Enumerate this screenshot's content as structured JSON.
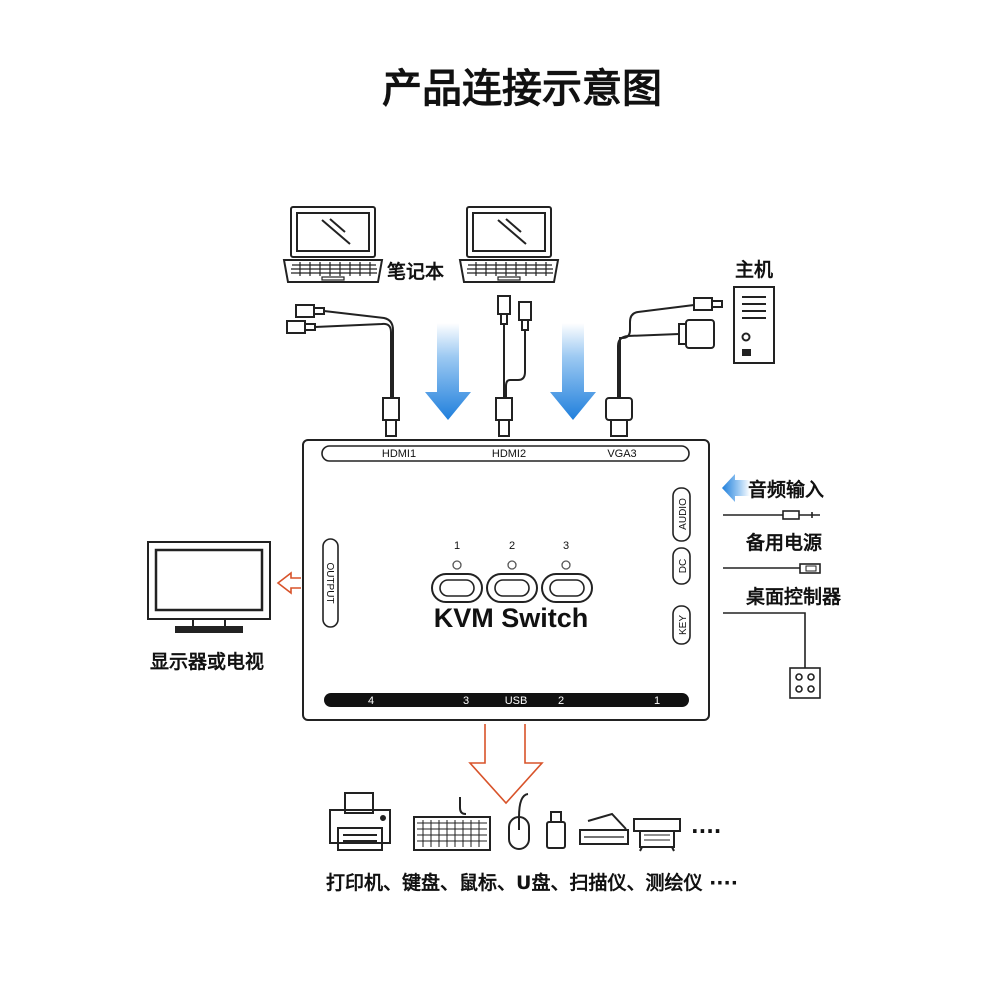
{
  "title": "产品连接示意图",
  "device": {
    "brand_label": "KVM Switch",
    "top_ports": [
      "HDMI1",
      "HDMI2",
      "VGA3"
    ],
    "side_ports": [
      "AUDIO",
      "DC",
      "KEY"
    ],
    "left_port": "OUTPUT",
    "button_numbers": [
      "1",
      "2",
      "3"
    ],
    "usb_bar": {
      "label": "USB",
      "numbers": [
        "4",
        "3",
        "2",
        "1"
      ]
    }
  },
  "sources": {
    "laptop_label": "笔记本",
    "host_label": "主机"
  },
  "right_side": {
    "audio_label": "音频输入",
    "power_label": "备用电源",
    "controller_label": "桌面控制器"
  },
  "left_side": {
    "display_label": "显示器或电视"
  },
  "peripherals": {
    "ellipsis": "····",
    "caption": "打印机、键盘、鼠标、U盘、扫描仪、测绘仪 ····"
  },
  "colors": {
    "arrow_blue": "#2f8be0",
    "arrow_orange": "#d8532a",
    "line": "#222222"
  }
}
